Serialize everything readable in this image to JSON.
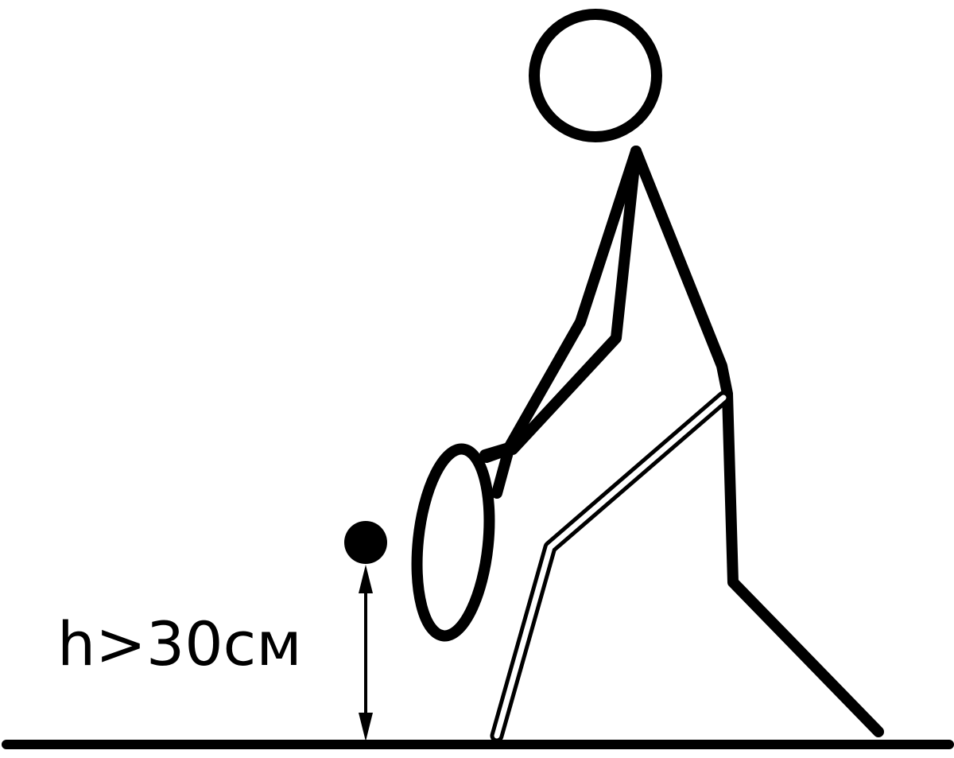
{
  "diagram": {
    "height_label": "h>30см",
    "colors": {
      "stroke": "#000000",
      "background": "#ffffff"
    },
    "elements": [
      "ground-line",
      "stick-figure-player",
      "badminton-racket",
      "shuttlecock",
      "height-arrow"
    ]
  }
}
